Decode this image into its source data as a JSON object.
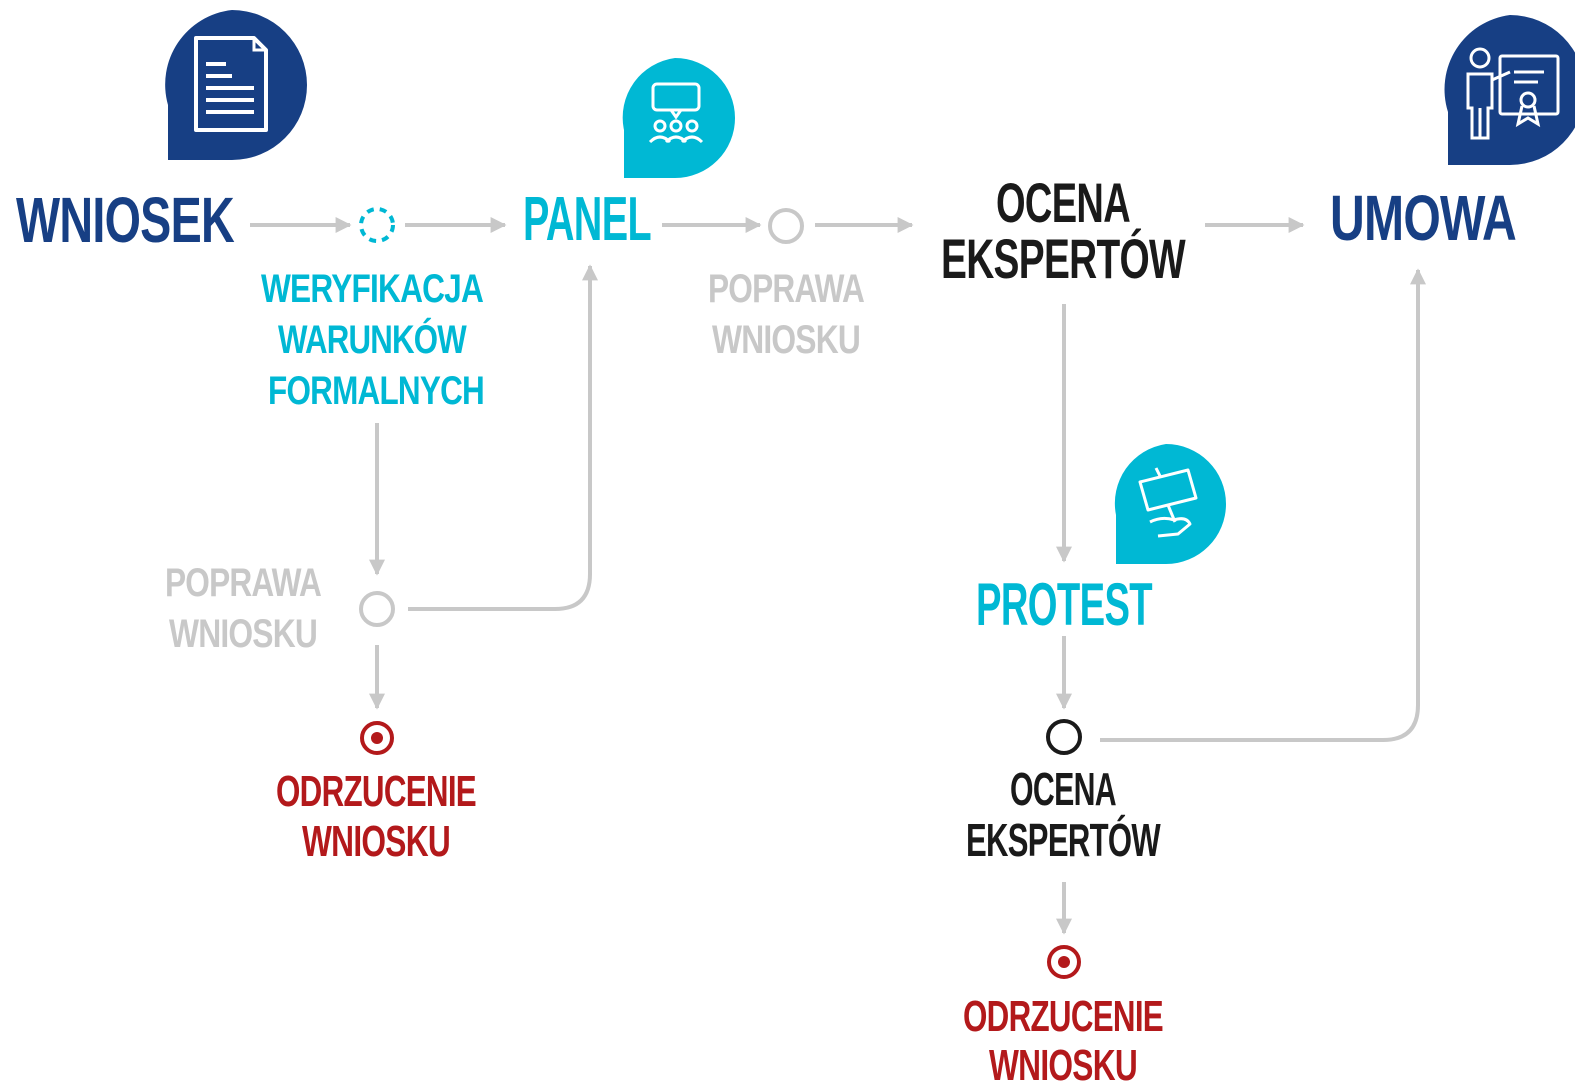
{
  "colors": {
    "navy": "#173F84",
    "cyan": "#00B8D4",
    "gray": "#C8C8C8",
    "dark": "#1A1A1A",
    "red": "#B3191B"
  },
  "icons": {
    "wniosek": "document-icon",
    "panel": "meeting-chat-icon",
    "umowa": "presenter-certificate-icon",
    "protest": "protest-sign-icon"
  },
  "labels": {
    "wniosek": "WNIOSEK",
    "weryfikacja": [
      "WERYFIKACJA",
      "WARUNKÓW",
      "FORMALNYCH"
    ],
    "panel": "PANEL",
    "poprawa_top": [
      "POPRAWA",
      "WNIOSKU"
    ],
    "ocena_top": [
      "OCENA",
      "EKSPERTÓW"
    ],
    "umowa": "UMOWA",
    "poprawa_left": [
      "POPRAWA",
      "WNIOSKU"
    ],
    "odrzucenie_left": [
      "ODRZUCENIE",
      "WNIOSKU"
    ],
    "protest": "PROTEST",
    "ocena_bottom": [
      "OCENA",
      "EKSPERTÓW"
    ],
    "odrzucenie_bottom": [
      "ODRZUCENIE",
      "WNIOSKU"
    ]
  }
}
